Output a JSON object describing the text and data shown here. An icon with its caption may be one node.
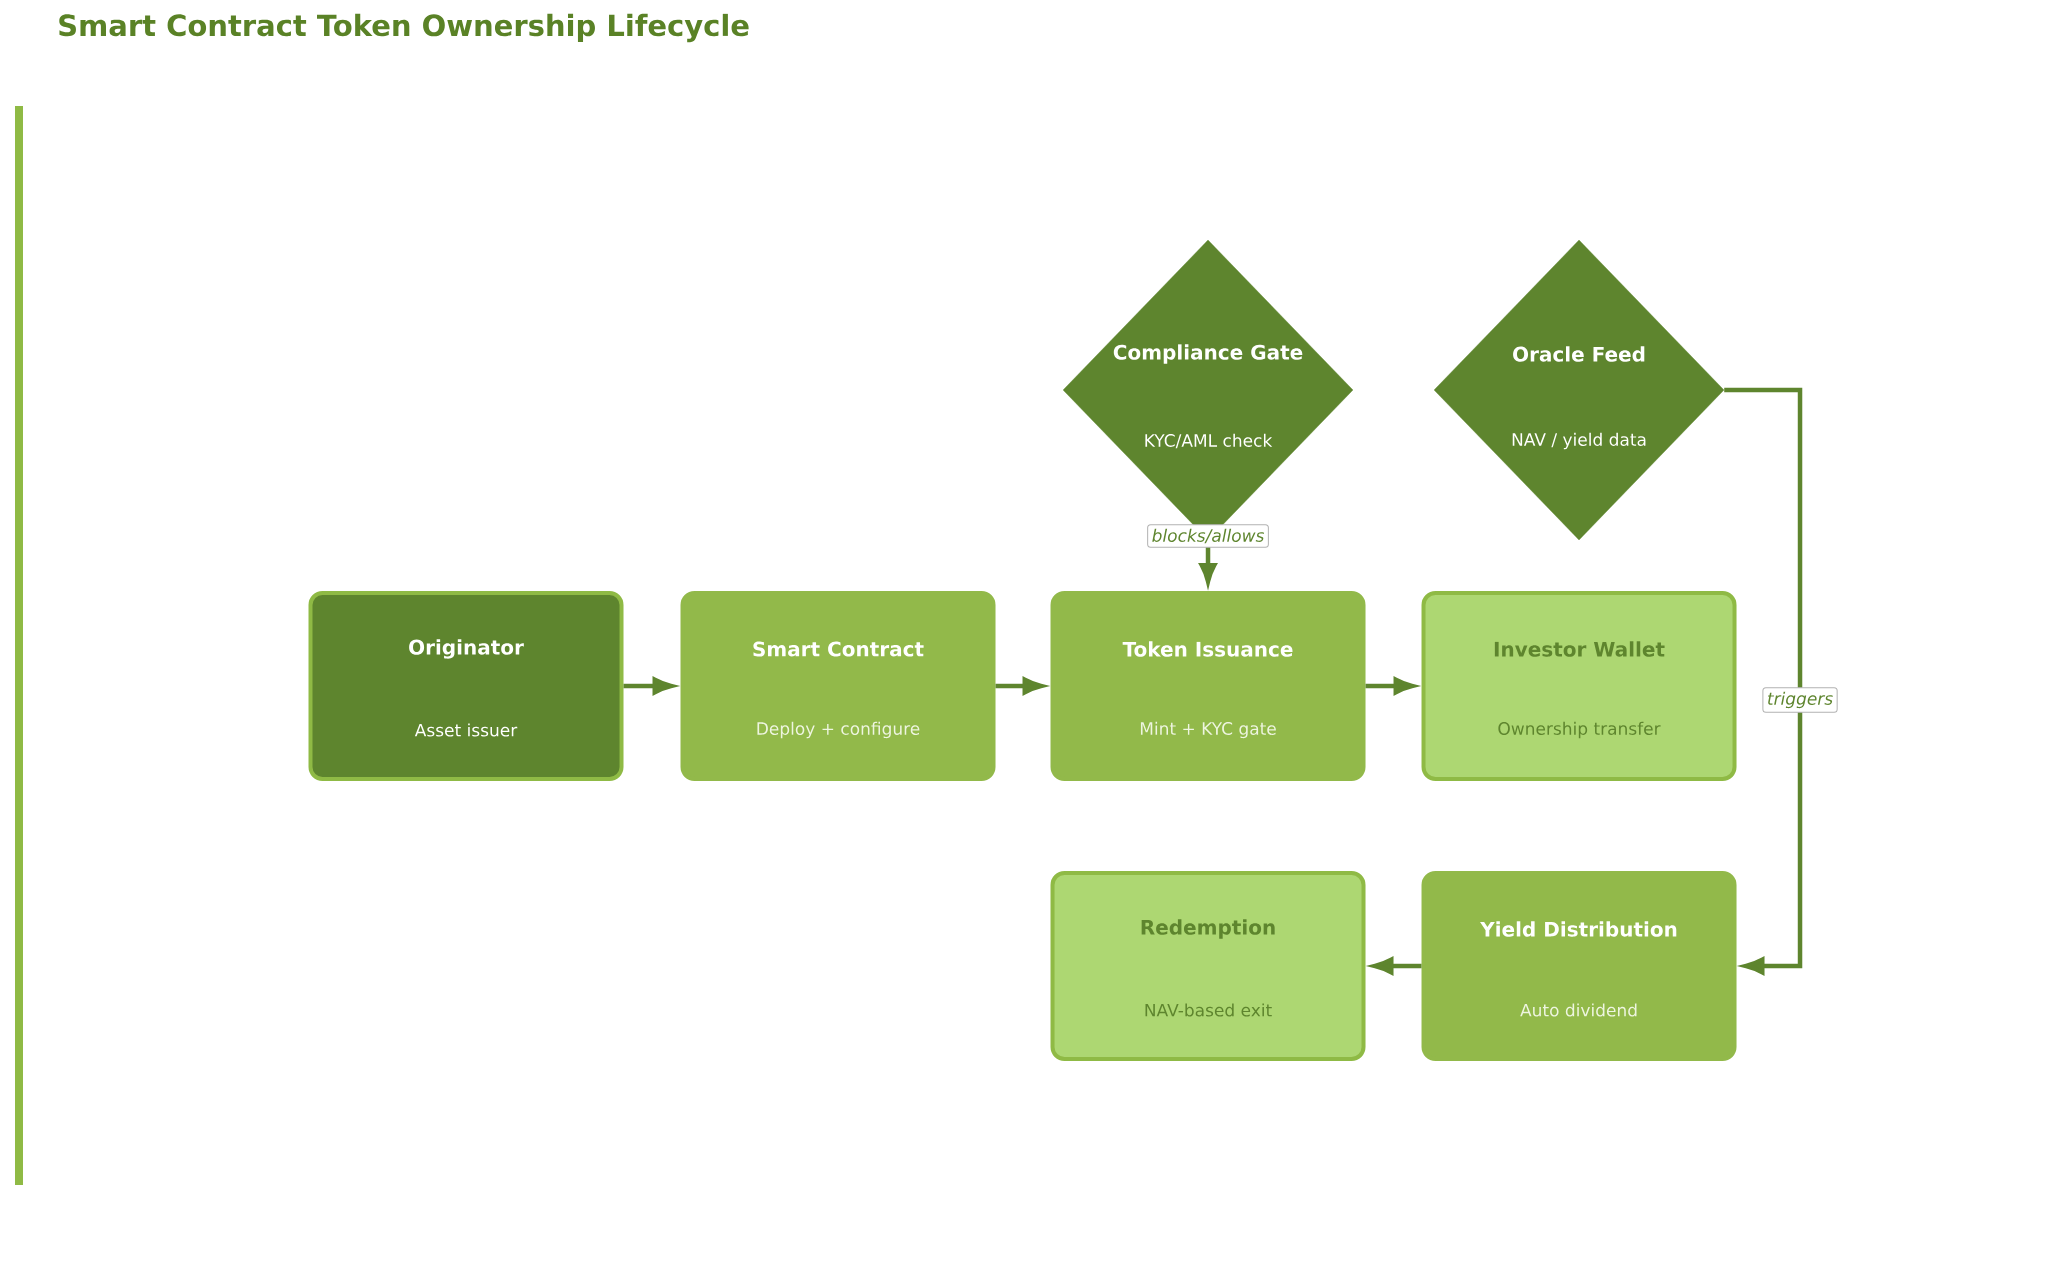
{
  "diagram": {
    "title": "Smart Contract Token Ownership Lifecycle",
    "nodes": [
      {
        "text": [
          "Compliance Gate",
          "KYC/AML check"
        ]
      },
      {
        "text": [
          "Oracle Feed",
          "NAV / yield data"
        ]
      },
      {
        "text": [
          "Originator",
          "Asset issuer"
        ]
      },
      {
        "text": [
          "Smart Contract",
          "Deploy + configure"
        ]
      },
      {
        "text": [
          "Token Issuance",
          "Mint + KYC gate"
        ]
      },
      {
        "text": [
          "Investor Wallet",
          "Ownership transfer"
        ]
      },
      {
        "text": [
          "Redemption",
          "NAV-based exit"
        ]
      },
      {
        "text": [
          "Yield Distribution",
          "Auto dividend"
        ]
      }
    ],
    "edges": [
      {
        "from": 2,
        "to": 3,
        "arrow": "to"
      },
      {
        "from": 3,
        "to": 4,
        "arrow": "to"
      },
      {
        "from": 4,
        "to": 5,
        "arrow": "to"
      },
      {
        "from": 0,
        "to": 4,
        "arrow": "to",
        "label": "blocks/allows"
      },
      {
        "from": 1,
        "to": 7,
        "arrow": "to",
        "label": "triggers"
      },
      {
        "from": 7,
        "to": 6,
        "arrow": "to"
      }
    ]
  }
}
